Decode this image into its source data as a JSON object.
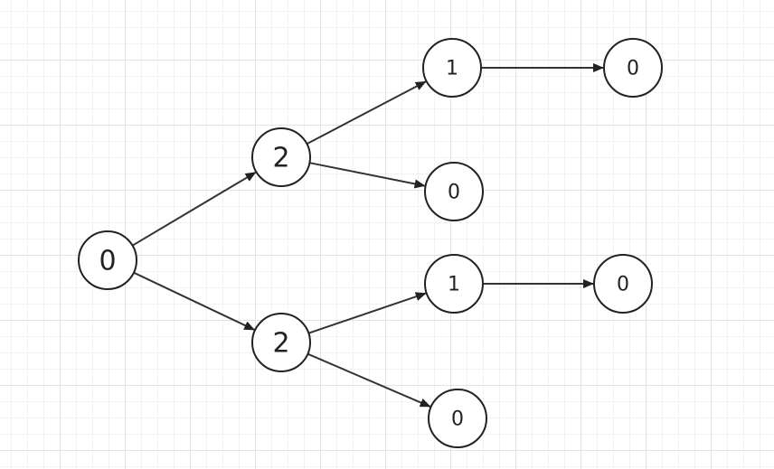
{
  "diagram": {
    "stroke_color": "#222222",
    "background_color": "#ffffff",
    "nodes": [
      {
        "id": "n0",
        "label": "0"
      },
      {
        "id": "n1",
        "label": "2"
      },
      {
        "id": "n2",
        "label": "2"
      },
      {
        "id": "n3",
        "label": "1"
      },
      {
        "id": "n4",
        "label": "0"
      },
      {
        "id": "n5",
        "label": "1"
      },
      {
        "id": "n6",
        "label": "0"
      },
      {
        "id": "n7",
        "label": "0"
      },
      {
        "id": "n8",
        "label": "0"
      }
    ],
    "edges": [
      {
        "from": "n0",
        "to": "n1"
      },
      {
        "from": "n0",
        "to": "n2"
      },
      {
        "from": "n1",
        "to": "n3"
      },
      {
        "from": "n1",
        "to": "n4"
      },
      {
        "from": "n2",
        "to": "n5"
      },
      {
        "from": "n2",
        "to": "n6"
      },
      {
        "from": "n3",
        "to": "n7"
      },
      {
        "from": "n5",
        "to": "n8"
      }
    ]
  }
}
